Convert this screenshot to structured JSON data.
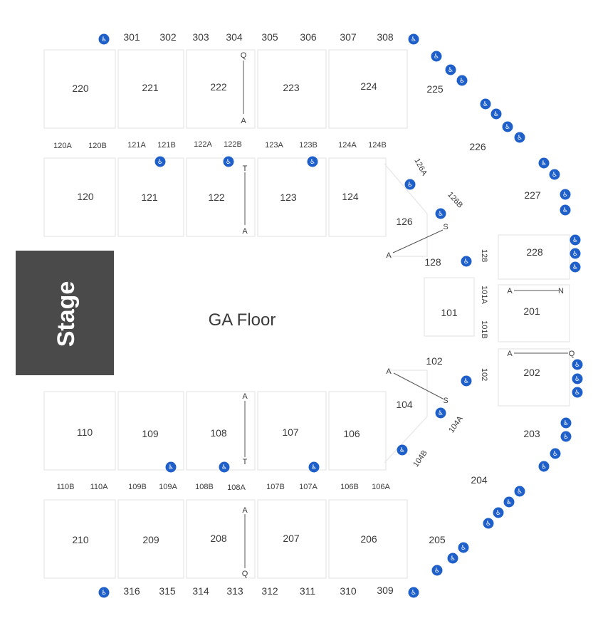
{
  "stage": {
    "label": "Stage"
  },
  "ga_floor": {
    "label": "GA Floor"
  },
  "accessibility_icon": "wheelchair-icon",
  "colors": {
    "stage": "#4a4a4a",
    "accessible": "#1e5fc9",
    "text": "#3a3a3a"
  },
  "sections": {
    "s301": "301",
    "s302": "302",
    "s303": "303",
    "s304": "304",
    "s305": "305",
    "s306": "306",
    "s307": "307",
    "s308": "308",
    "s220": "220",
    "s221": "221",
    "s222": "222",
    "s223": "223",
    "s224": "224",
    "s225": "225",
    "s226": "226",
    "s227": "227",
    "s228": "228",
    "s120a": "120A",
    "s120b": "120B",
    "s121a": "121A",
    "s121b": "121B",
    "s122a": "122A",
    "s122b": "122B",
    "s123a": "123A",
    "s123b": "123B",
    "s124a": "124A",
    "s124b": "124B",
    "s120": "120",
    "s121": "121",
    "s122": "122",
    "s123": "123",
    "s124": "124",
    "s126a": "126A",
    "s126b": "126B",
    "s126": "126",
    "s128": "128",
    "s128v": "128",
    "s101": "101",
    "s101a": "101A",
    "s101b": "101B",
    "s102": "102",
    "s102v": "102",
    "s104": "104",
    "s104a": "104A",
    "s104b": "104B",
    "s201": "201",
    "s202": "202",
    "s203": "203",
    "s204": "204",
    "s205": "205",
    "s110": "110",
    "s109": "109",
    "s108": "108",
    "s107": "107",
    "s106": "106",
    "s110b": "110B",
    "s110a": "110A",
    "s109b": "109B",
    "s109a": "109A",
    "s108b": "108B",
    "s108a": "108A",
    "s107b": "107B",
    "s107a": "107A",
    "s106b": "106B",
    "s106a": "106A",
    "s210": "210",
    "s209": "209",
    "s208": "208",
    "s207": "207",
    "s206": "206",
    "s316": "316",
    "s315": "315",
    "s314": "314",
    "s313": "313",
    "s312": "312",
    "s311": "311",
    "s310": "310",
    "s309": "309"
  },
  "rows": {
    "r222_top": "Q",
    "r222_bot": "A",
    "r122_top": "T",
    "r122_bot": "A",
    "r126_s": "S",
    "r126_a": "A",
    "r201_a": "A",
    "r201_n": "N",
    "r202_a": "A",
    "r202_q": "Q",
    "r104_a": "A",
    "r104_s": "S",
    "r108_top": "A",
    "r108_bot": "T",
    "r208_top": "A",
    "r208_bot": "Q"
  }
}
